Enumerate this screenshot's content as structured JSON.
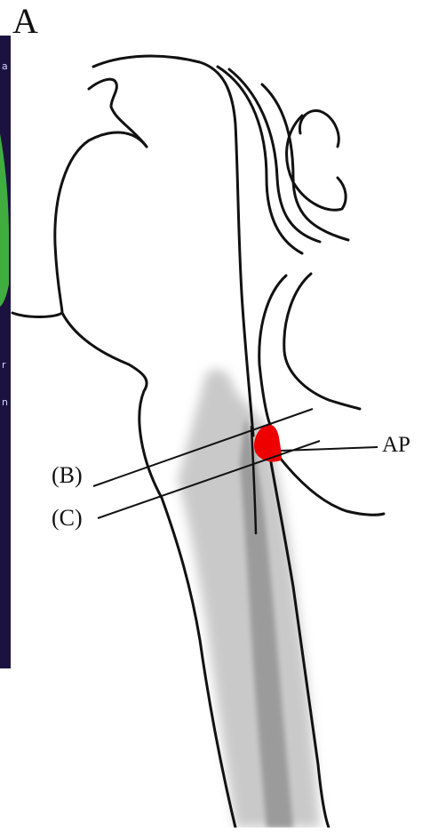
{
  "figure": {
    "panel_letter": "A",
    "labels": {
      "area_postrema": "AP",
      "section_b": "(B)",
      "section_c": "(C)"
    },
    "colors": {
      "ink": "#111111",
      "highlight": "#ee0000",
      "inset_background": "#1c1240",
      "inset_green": "#3fae3f",
      "shading": "#8a8a8a"
    },
    "left_inset_fragments": [
      "a",
      "r",
      "n"
    ]
  }
}
